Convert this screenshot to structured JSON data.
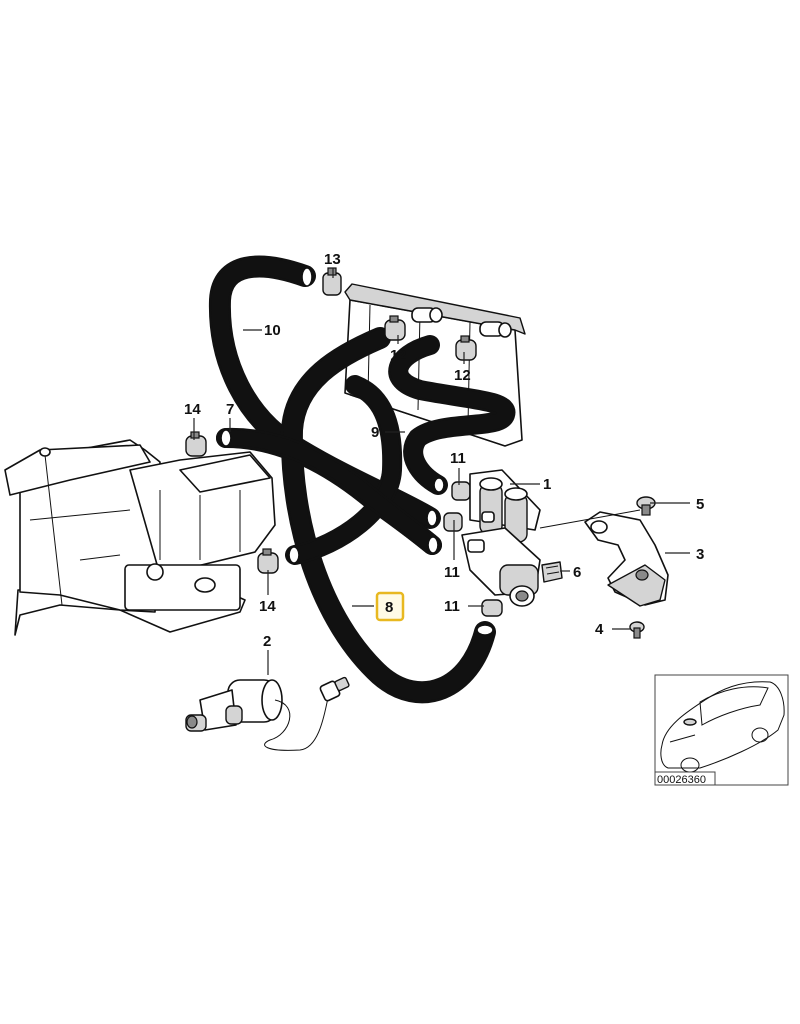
{
  "callouts": [
    {
      "id": "1",
      "label": "1"
    },
    {
      "id": "2",
      "label": "2"
    },
    {
      "id": "3",
      "label": "3"
    },
    {
      "id": "4",
      "label": "4"
    },
    {
      "id": "5",
      "label": "5"
    },
    {
      "id": "6",
      "label": "6"
    },
    {
      "id": "7",
      "label": "7"
    },
    {
      "id": "8",
      "label": "8",
      "highlighted": true
    },
    {
      "id": "9",
      "label": "9"
    },
    {
      "id": "10",
      "label": "10"
    },
    {
      "id": "11a",
      "label": "11"
    },
    {
      "id": "11b",
      "label": "11"
    },
    {
      "id": "11c",
      "label": "11"
    },
    {
      "id": "12a",
      "label": "12"
    },
    {
      "id": "12b",
      "label": "12"
    },
    {
      "id": "13",
      "label": "13"
    },
    {
      "id": "14a",
      "label": "14"
    },
    {
      "id": "14b",
      "label": "14"
    }
  ],
  "highlight_color": "#e8b820",
  "reference_inset": {
    "diagram_number": "00026360"
  }
}
